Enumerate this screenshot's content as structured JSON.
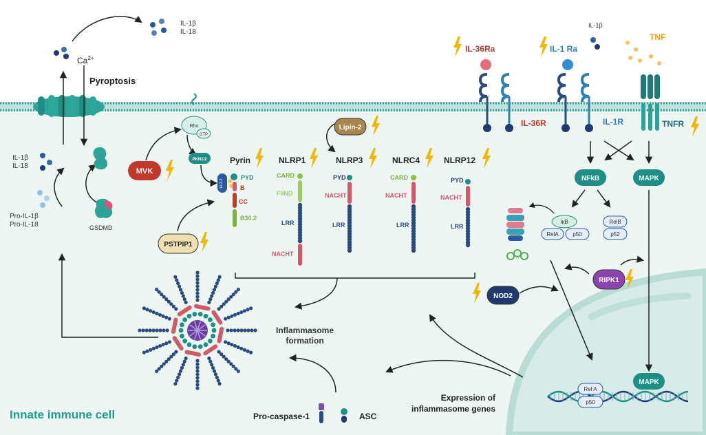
{
  "colors": {
    "cell_bg": "#eef6f4",
    "membrane": "#4aa8a0",
    "teal": "#1f8f86",
    "navy": "#1e3a6e",
    "red": "#c0392b",
    "green": "#7cb342",
    "pink": "#d0607a",
    "tan": "#c8a96a",
    "purple": "#7b4fa8",
    "orange": "#e8a316",
    "lightning": "#f2b705"
  },
  "labels": {
    "il1b_il18_top": [
      "IL-1β",
      "IL-18"
    ],
    "ca": "Ca",
    "ca_sup": "2+",
    "pyroptosis": "Pyroptosis",
    "il1b_il18_left": [
      "IL-1β",
      "IL-18"
    ],
    "pro_il": [
      "Pro-IL-1β",
      "Pro-IL-18"
    ],
    "gsdmd": "GSDMD",
    "mvk": "MVK",
    "rho": "Rho",
    "gtp": "GTP",
    "pkn": "PKN1/2",
    "lipin2": "Lipin-2",
    "pstpip1": "PSTPIP1",
    "pyrin": "Pyrin",
    "nlrp1": "NLRP1",
    "nlrp3": "NLRP3",
    "nlrc4": "NLRC4",
    "nlrp12": "NLRP12",
    "dom_1433": "14-3-3",
    "pyrin_domains": [
      "PYD",
      "B",
      "CC",
      "B30.2"
    ],
    "nlrp1_domains": [
      "CARD",
      "FIIND",
      "LRR",
      "NACHT"
    ],
    "nlrp3_domains": [
      "PYD",
      "NACHT",
      "LRR"
    ],
    "nlrc4_domains": [
      "CARD",
      "NACHT",
      "LRR"
    ],
    "nlrp12_domains": [
      "PYD",
      "NACHT",
      "LRR"
    ],
    "il36ra": "IL-36Ra",
    "il1ra": "IL-1 Ra",
    "il1b_ext": "IL-1β",
    "tnf": "TNF",
    "il36r": "IL-36R",
    "il1r": "IL-1R",
    "tnfr": "TNFR",
    "nfkb": "NFkB",
    "mapk": "MAPK",
    "ikb": "IκB",
    "rela": "RelA",
    "p50": "p50",
    "relb": "RelB",
    "p52": "p52",
    "nod2": "NOD2",
    "ripk1": "RIPK1",
    "inflammasome_formation": [
      "Inflammasome",
      "formation"
    ],
    "expression": [
      "Expression of",
      "inflammasome genes"
    ],
    "pro_caspase": "Pro-caspase-1",
    "asc": "ASC",
    "mapk_nucleus": "MAPK",
    "rela_nucleus": "Rel A",
    "p50_nucleus": "p50",
    "innate_cell": "Innate immune cell"
  }
}
